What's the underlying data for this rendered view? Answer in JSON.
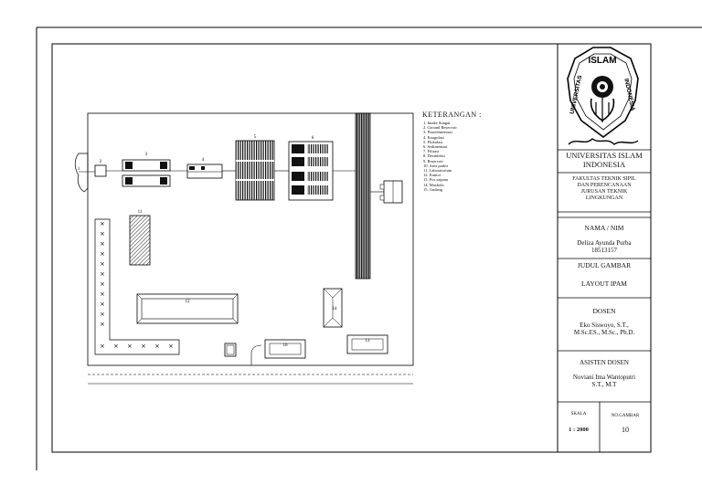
{
  "legend": {
    "title": "KETERANGAN :",
    "items": [
      "1. Intake Sungai",
      "2. Ground Reservoir",
      "3. Prasedimentasi",
      "4. Koagulasi",
      "5. Flokulasi",
      "6. Sedimentasi",
      "7. Filtrasi",
      "8. Desinfeksi",
      "9. Reservoir",
      "10. Area parkir",
      "11. Laboratorium",
      "12. Kantor",
      "13. Pos satpam",
      "14. Mushola",
      "15. Gudang"
    ]
  },
  "plan_labels": {
    "n1": "1",
    "n2": "2",
    "n3": "3",
    "n4": "4",
    "n5": "5",
    "n6": "6",
    "n11": "11",
    "n12": "12",
    "n10": "10",
    "n13": "13",
    "n14": "14"
  },
  "title_block": {
    "logo_top_text": "ISLAM",
    "logo_left_text": "UNIVERSITAS",
    "logo_right_text": "INDONESIA",
    "university": [
      "UNIVERSITAS ISLAM",
      "INDONESIA"
    ],
    "faculty": [
      "FAKULTAS TEKNIK SIPIL",
      "DAN PERENCANAAN",
      "JURUSAN TEKNIK",
      "LINGKUNGAN"
    ],
    "nama_label": "NAMA / NIM",
    "student_name": "Deliza Ayunda Purba",
    "student_nim": "18513157",
    "judul_label": "JUDUL GAMBAR",
    "judul": "LAYOUT IPAM",
    "dosen_label": "DOSEN",
    "dosen_name": [
      "Eko Siswoyo, S.T.,",
      "M.Sc.ES., M.Sc., Ph.D."
    ],
    "asisten_label": "ASISTEN DOSEN",
    "asisten_name": [
      "Noviani Ima Wantoputri",
      "S.T., M.T"
    ],
    "skala_label": "SKALA",
    "skala_value": "1 : 2000",
    "no_gambar_label": "NO.GAMBAR",
    "no_gambar_value": "10"
  }
}
